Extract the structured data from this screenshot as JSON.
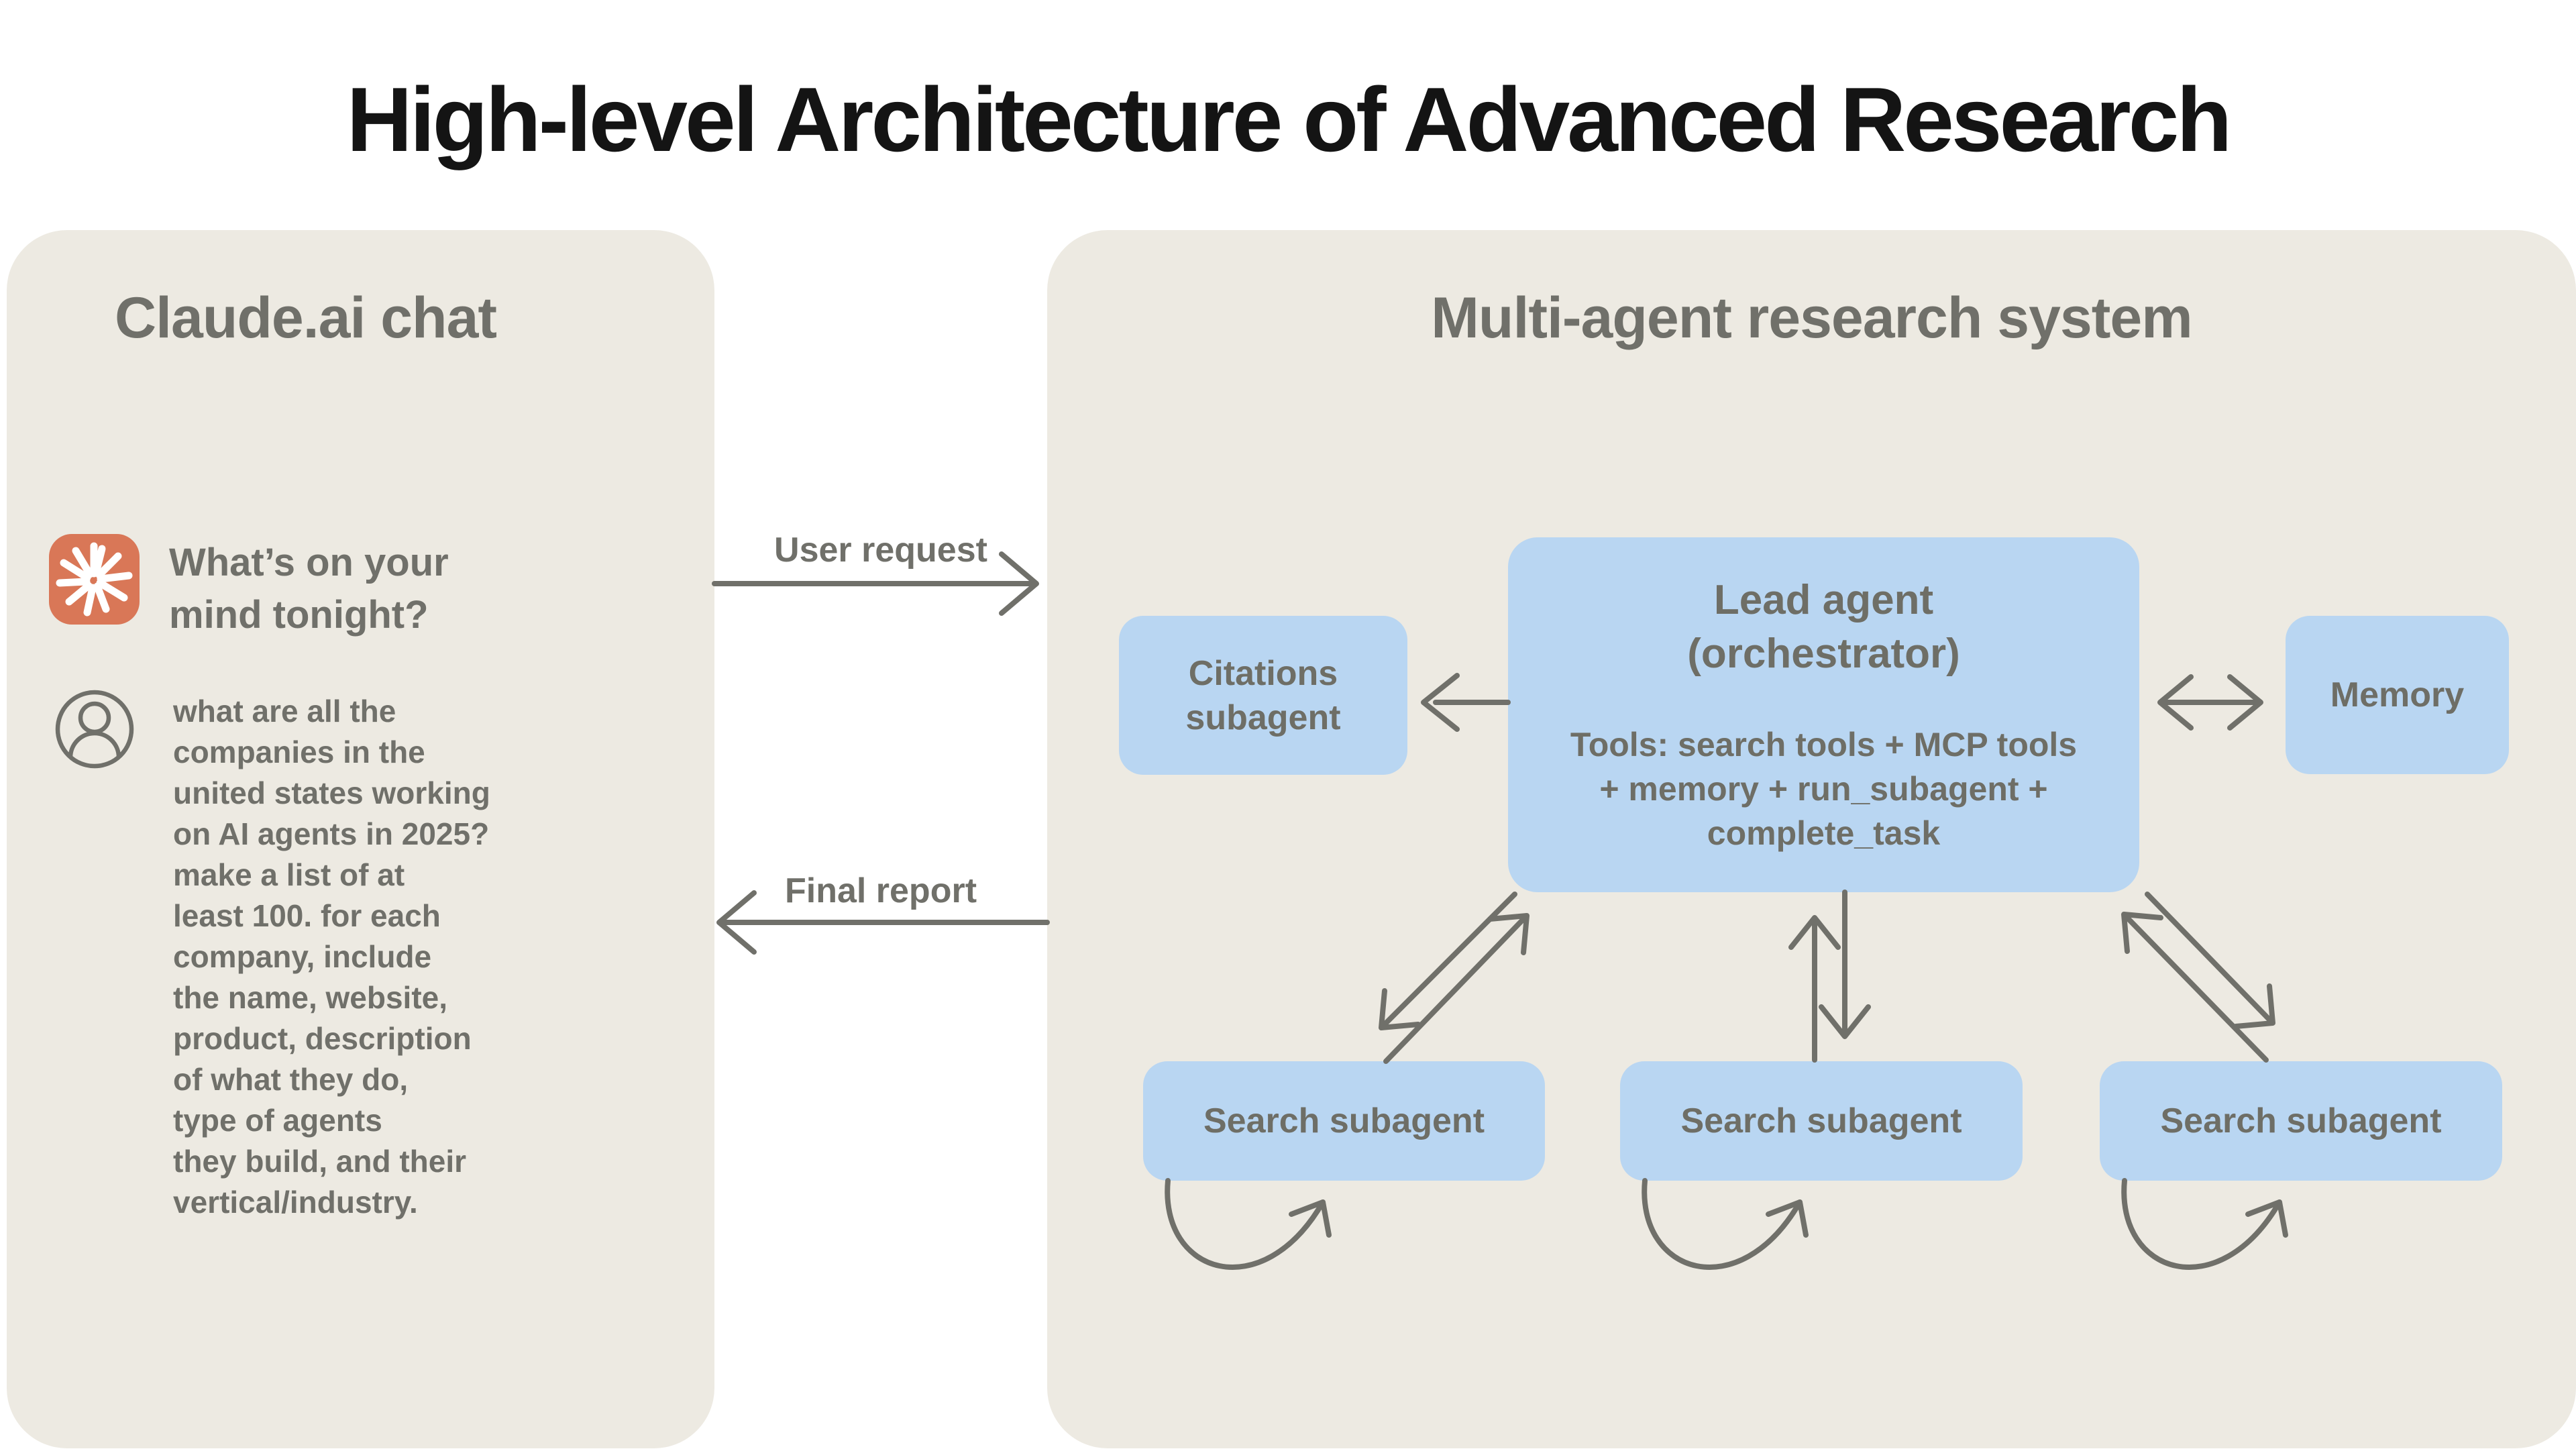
{
  "title": "High-level Architecture of Advanced Research",
  "colors": {
    "background": "#FFFFFF",
    "panel_beige": "#EDEAE2",
    "box_blue": "#B9D6F2",
    "text_gray": "#6E6E66",
    "title_black": "#141414",
    "accent_orange": "#D97757"
  },
  "left_panel": {
    "heading": "Claude.ai chat",
    "claude_icon": "claude-starburst-icon",
    "assistant_prompt": "What’s on your\nmind tonight?",
    "user_icon": "user-avatar-icon",
    "user_query": "what are all the\ncompanies in the\nunited states working\non AI agents in 2025?\nmake a list of at\nleast 100. for each\ncompany, include\nthe name, website,\nproduct, description\nof what they do,\ntype of agents\nthey build, and their\nvertical/industry."
  },
  "flow_labels": {
    "user_request": "User request",
    "final_report": "Final report"
  },
  "right_panel": {
    "heading": "Multi-agent research system",
    "lead_agent": {
      "title": "Lead agent\n(orchestrator)",
      "tools": "Tools: search tools + MCP tools\n+ memory + run_subagent +\ncomplete_task"
    },
    "citations_subagent": "Citations\nsubagent",
    "memory": "Memory",
    "search_subagents": [
      "Search subagent",
      "Search subagent",
      "Search subagent"
    ]
  }
}
